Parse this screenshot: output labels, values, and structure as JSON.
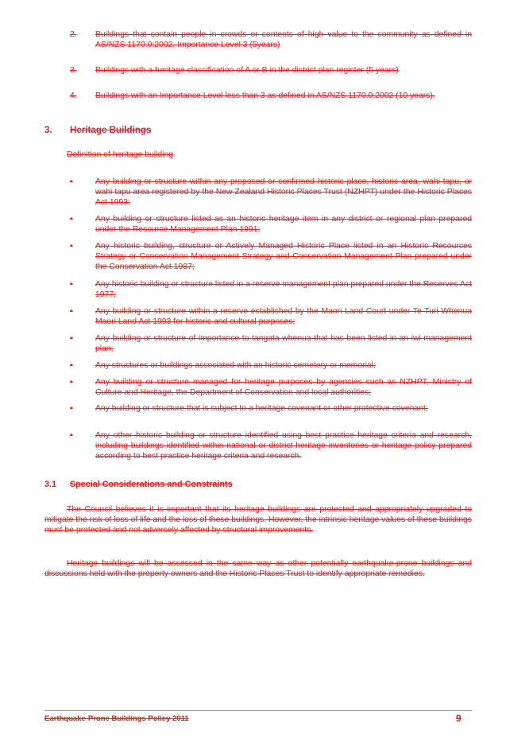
{
  "numbered_items": [
    {
      "num": "2.",
      "text": "Buildings that contain people in crowds or contents of high value to the community as defined in AS/NZS 1170.0:2002, Importance Level 3 (5years)"
    },
    {
      "num": "3.",
      "text": "Buildings with a heritage classification of A or B in the district plan register (5 years)"
    },
    {
      "num": "4.",
      "text": "Buildings with an Importance Level less than 3 as defined in AS/NZS 1170.0:2002 (10 years)."
    }
  ],
  "section3": {
    "num": "3.",
    "title": "Heritage Buildings"
  },
  "definition_label": "Definition of heritage building",
  "bullet_mark": "▪",
  "bullets": [
    "Any building or structure within any proposed or confirmed historic place, historic area, wahi tapu, or wahi tapu area registered by the New Zealand Historic Places Trust (NZHPT) under the Historic Places Act 1993;",
    "Any building or structure listed as an historic heritage item in any district or regional plan prepared under the Resource Management Plan 1991;",
    "Any historic building, structure or Actively Managed Historic Place listed in an Historic Resources Strategy or Conservation Management Strategy and Conservation Management Plan prepared under the Conservation Act 1987;",
    "Any historic building or structure listed in a reserve management plan prepared under the Reserves Act 1977;",
    "Any building or structure within a reserve established by the Maori Land Court under Te Turi Whenua Maori Land Act 1993 for historic and cultural purposes;",
    "Any building or structure of importance to tangata whenua that has been listed in an iwi management plan;",
    "Any structures or buildings associated with an historic cemetery or memorial;",
    "Any building or structure managed for heritage purposes by agencies such as NZHPT, Ministry of Culture and Heritage, the Department of Conservation and local authorities;",
    "Any building or structure that is subject to a heritage covenant or other protective covenant;",
    "Any other historic building or structure identified using best practice heritage criteria and research, including buildings identified within national or district heritage inventories or heritage policy prepared according to best practice heritage criteria and research."
  ],
  "section31": {
    "num": "3.1",
    "title": "Special Considerations and Constraints"
  },
  "paragraphs": [
    "The Council believes it is important that its heritage buildings are protected and appropriately upgraded to mitigate the risk of loss of life and the loss of these buildings.  However, the intrinsic heritage values of these buildings must be protected and not adversely affected by structural improvements.",
    "Heritage buildings will be assessed in the same way as other potentially earthquake-prone buildings and discussions held with the property owners and the Historic Places Trust to identify appropriate remedies."
  ],
  "footer": {
    "title": "Earthquake-Prone Buildings Policy 2011",
    "page": "9"
  },
  "colors": {
    "revision_red": "#e8201e",
    "rule_gray": "#8a8a8a"
  }
}
